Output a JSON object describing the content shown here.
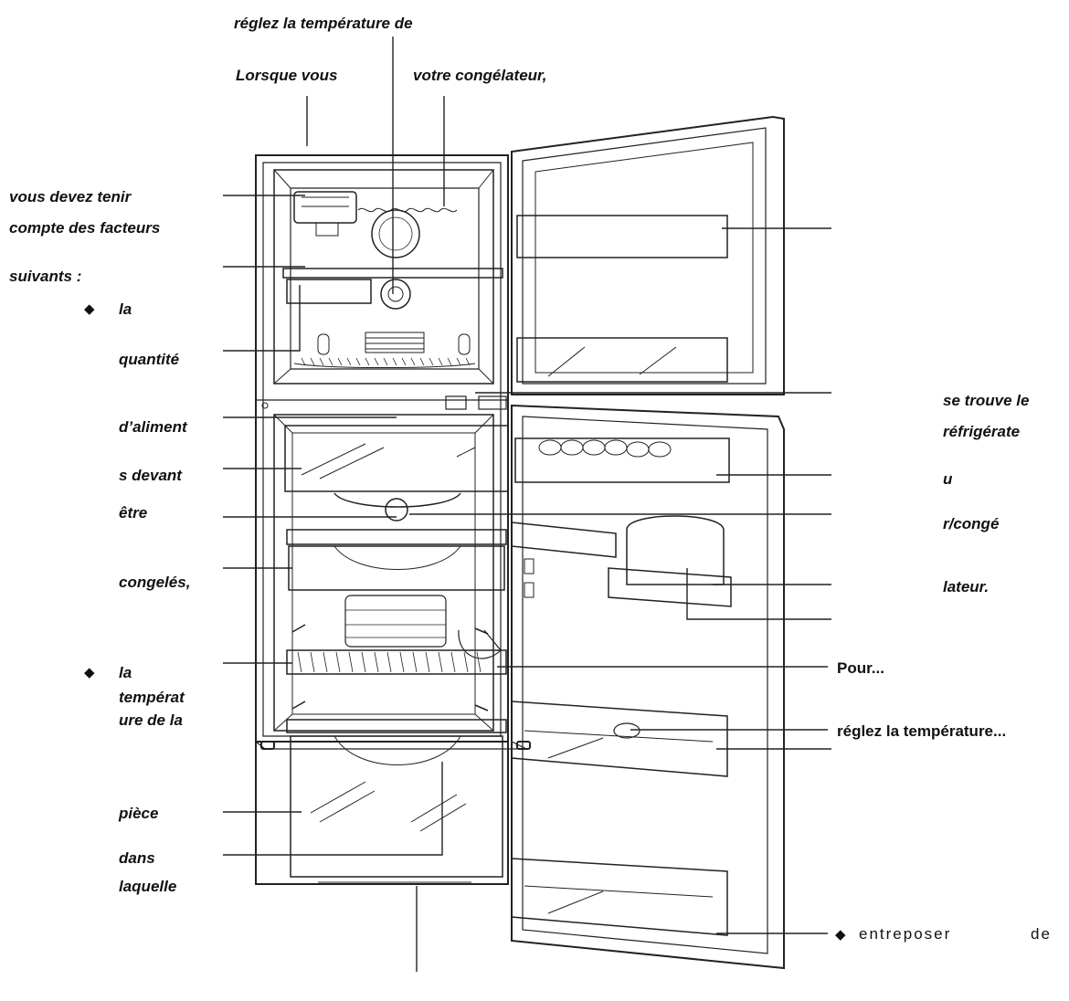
{
  "labels": {
    "top_1": "réglez la température de",
    "top_2": "Lorsque vous",
    "top_3": "votre congélateur,",
    "left_1": "vous devez tenir",
    "left_2": "compte des facteurs",
    "left_3": "suivants :",
    "left_4": "la",
    "left_5": "quantité",
    "left_6": "d’aliment",
    "left_7": "s devant",
    "left_8": "être",
    "left_9": "congelés,",
    "left_10": "la",
    "left_11": "température",
    "left_11a": "températ",
    "left_11b": "ure de la",
    "left_12": "pièce",
    "left_13": "dans",
    "left_14": "laquelle",
    "right_1": "se trouve le",
    "right_2": "réfrigérate",
    "right_3": "u",
    "right_4": "r/congé",
    "right_5": "lateur.",
    "right_6": "Pour...",
    "right_7": "réglez la température...",
    "right_8a": "entreposer",
    "right_8b": "de"
  },
  "bullet_glyph": "◆"
}
